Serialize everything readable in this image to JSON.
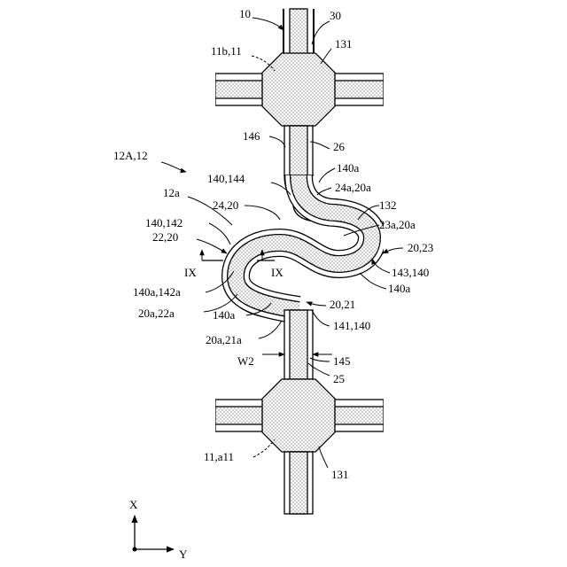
{
  "labels": {
    "l10": "10",
    "l30": "30",
    "l11b": "11b,11",
    "l131top": "131",
    "l146": "146",
    "l26": "26",
    "l12A": "12A,12",
    "l140a_1": "140a",
    "l140_144": "140,144",
    "l24a_20a": "24a,20a",
    "l12a": "12a",
    "l24_20": "24,20",
    "l132": "132",
    "l140_142": "140,142",
    "l23a_20a": "23a,20a",
    "l22_20": "22,20",
    "l20_23": "20,23",
    "lIX_left": "IX",
    "lIX_right": "IX",
    "l143_140": "143,140",
    "l140a_142a": "140a,142a",
    "l140a_2": "140a",
    "l20_21": "20,21",
    "l20a_22a": "20a,22a",
    "l140a_3": "140a",
    "l141_140": "141,140",
    "l20a_21a": "20a,21a",
    "lW2": "W2",
    "l145": "145",
    "l25": "25",
    "l11_a11": "11,a11",
    "l131bot": "131",
    "lX": "X",
    "lY": "Y"
  }
}
